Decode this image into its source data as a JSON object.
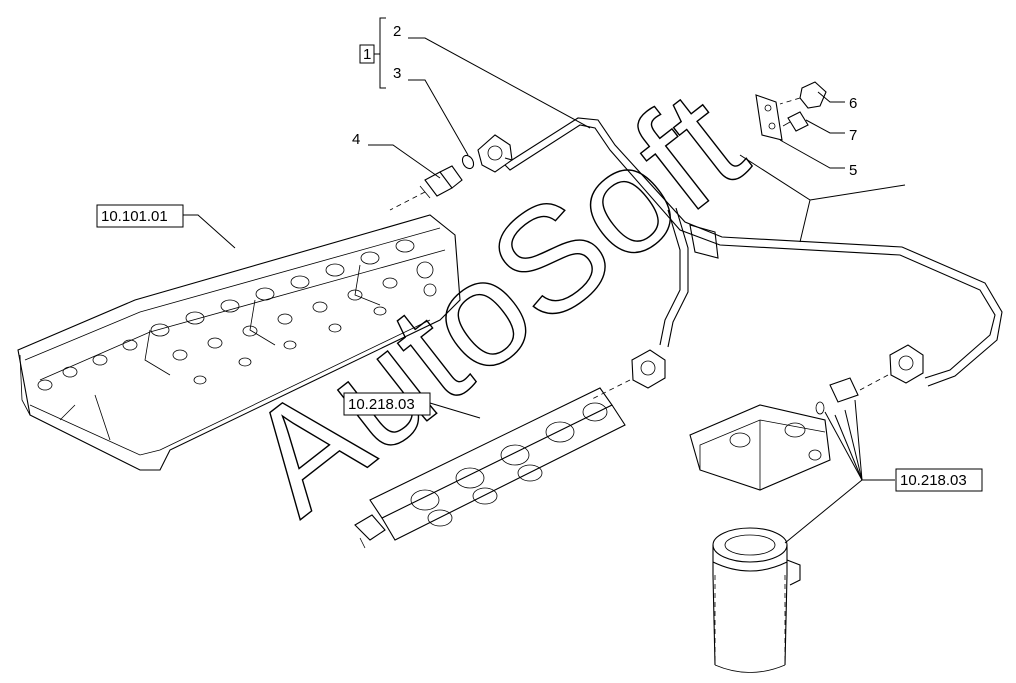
{
  "callouts": {
    "c1": "1",
    "c2": "2",
    "c3": "3",
    "c4": "4",
    "c5": "5",
    "c6": "6",
    "c7": "7"
  },
  "references": {
    "cylinder_head": "10.101.01",
    "fuel_rail": "10.218.03",
    "fuel_filter": "10.218.03"
  },
  "watermark": "AutoSoft"
}
